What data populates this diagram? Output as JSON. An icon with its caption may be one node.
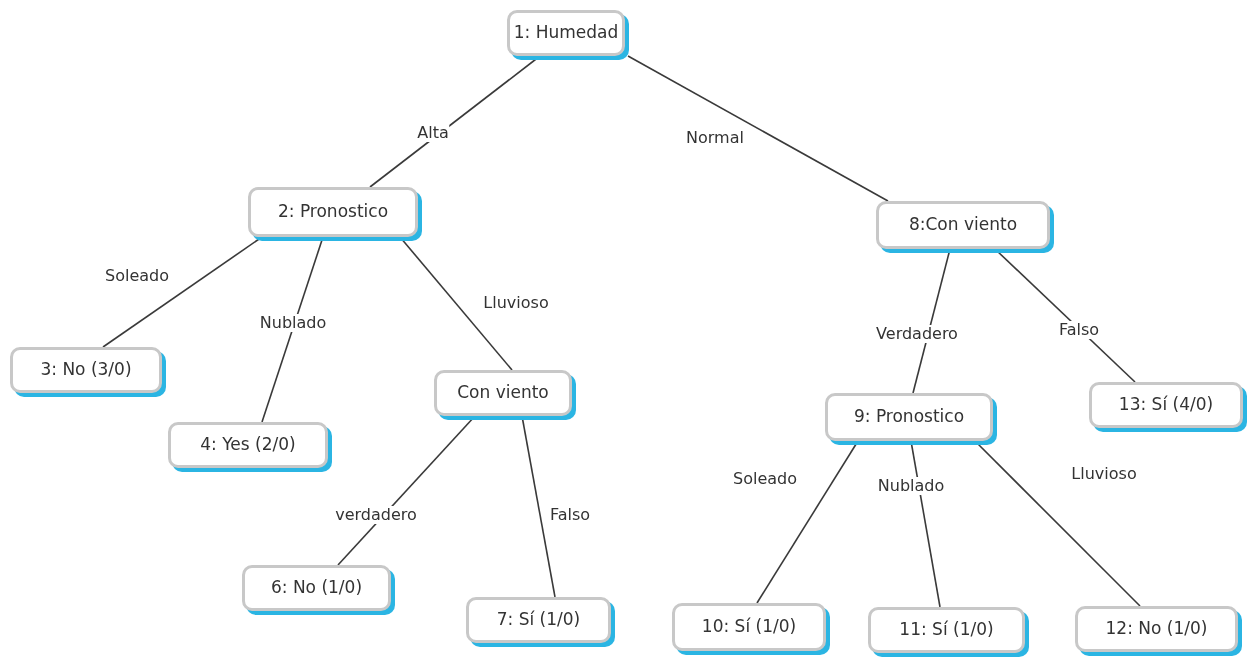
{
  "diagram": {
    "nodes": [
      {
        "text": [
          "1: Humedad"
        ]
      },
      {
        "text": [
          "2: Pronostico"
        ]
      },
      {
        "text": [
          "3: No (3/0)"
        ]
      },
      {
        "text": [
          "4: Yes (2/0)"
        ]
      },
      {
        "text": [
          "Con viento"
        ]
      },
      {
        "text": [
          "6: No (1/0)"
        ]
      },
      {
        "text": [
          "7: Sí (1/0)"
        ]
      },
      {
        "text": [
          "8:Con viento"
        ]
      },
      {
        "text": [
          "9: Pronostico"
        ]
      },
      {
        "text": [
          "10: Sí (1/0)"
        ]
      },
      {
        "text": [
          "11: Sí (1/0)"
        ]
      },
      {
        "text": [
          "12: No (1/0)"
        ]
      },
      {
        "text": [
          "13: Sí (4/0)"
        ]
      }
    ],
    "edges": [
      {
        "from": 0,
        "to": 1,
        "arrow": "none",
        "label": "Alta"
      },
      {
        "from": 0,
        "to": 7,
        "arrow": "none",
        "label": "Normal"
      },
      {
        "from": 1,
        "to": 2,
        "arrow": "none",
        "label": "Soleado"
      },
      {
        "from": 1,
        "to": 3,
        "arrow": "none",
        "label": "Nublado"
      },
      {
        "from": 1,
        "to": 4,
        "arrow": "none",
        "label": "Lluvioso"
      },
      {
        "from": 4,
        "to": 5,
        "arrow": "none",
        "label": "verdadero"
      },
      {
        "from": 4,
        "to": 6,
        "arrow": "none",
        "label": "Falso"
      },
      {
        "from": 7,
        "to": 8,
        "arrow": "none",
        "label": "Verdadero"
      },
      {
        "from": 7,
        "to": 12,
        "arrow": "none",
        "label": "Falso"
      },
      {
        "from": 8,
        "to": 9,
        "arrow": "none",
        "label": "Soleado"
      },
      {
        "from": 8,
        "to": 10,
        "arrow": "none",
        "label": "Nublado"
      },
      {
        "from": 8,
        "to": 11,
        "arrow": "none",
        "label": "Lluvioso"
      }
    ]
  }
}
